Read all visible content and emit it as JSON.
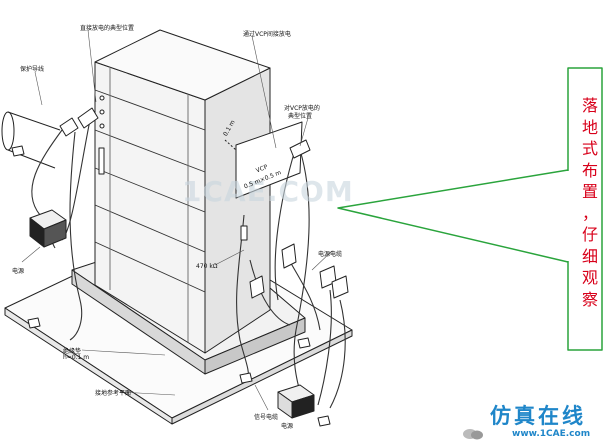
{
  "labels": {
    "direct_discharge_position": "直接放电的典型位置",
    "protective_conductor": "保护导线",
    "vcp_indirect": "通过VCP间接放电",
    "vcp_discharge_position_1": "对VCP放电的",
    "vcp_discharge_position_2": "典型位置",
    "dim_01": "0.1 m",
    "vcp_1": "VCP",
    "vcp_2": "0.5 m×0.5 m",
    "power_supply_left": "电源",
    "power_cable": "电源电缆",
    "resistor": "470 kΩ",
    "insulation_1": "绝缘垫",
    "insulation_2": "h=0.1 m",
    "ground_reference_plane": "接地参考平面",
    "signal_cable": "信号电缆",
    "power_supply_right": "电源"
  },
  "callout": {
    "chars": [
      "落",
      "地",
      "式",
      "布",
      "置",
      "，",
      "仔",
      "细",
      "观",
      "察"
    ]
  },
  "watermark": "1CAE.COM",
  "brand": {
    "name": "仿真在线",
    "site": "www.1CAE.com"
  },
  "colors": {
    "callout_border": "#2aa43c",
    "callout_text": "#d8001a",
    "brand": "#1f86c9"
  }
}
